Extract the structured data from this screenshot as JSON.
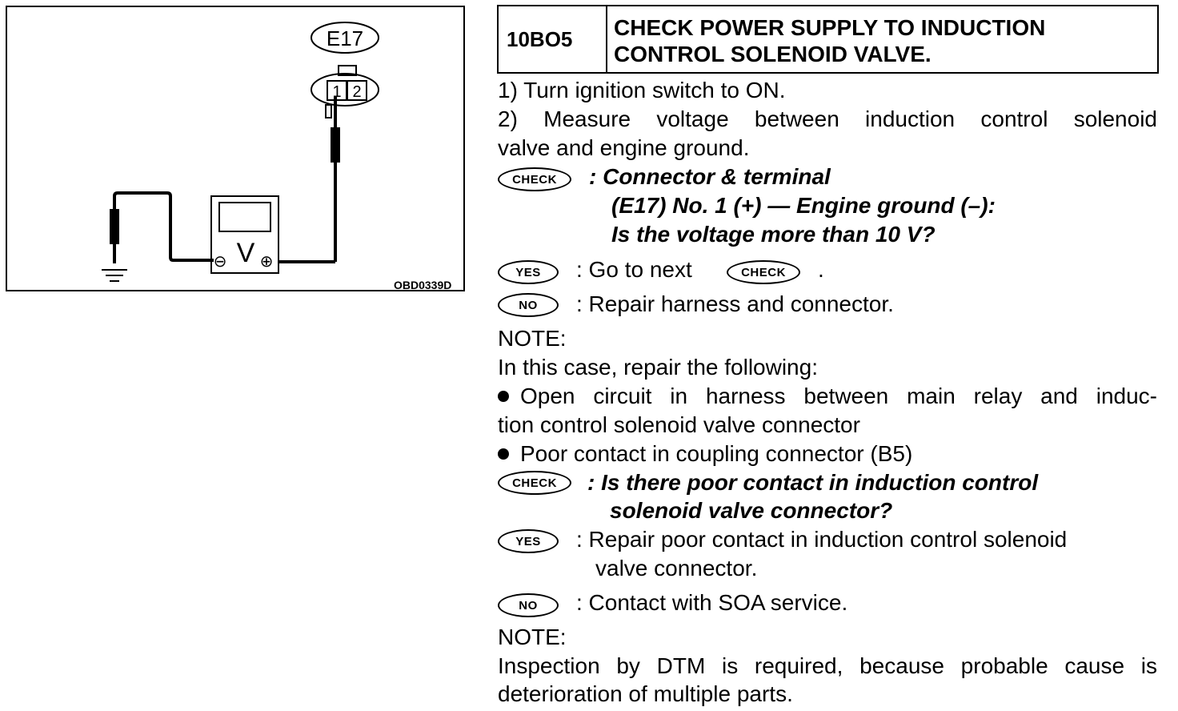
{
  "figure": {
    "connector_label": "E17",
    "pins": [
      "1",
      "2"
    ],
    "meter_symbol": "V",
    "minus_symbol": "⊖",
    "plus_symbol": "⊕",
    "figure_id": "OBD0339D"
  },
  "header": {
    "code": "10BO5",
    "title_line1": "CHECK POWER SUPPLY TO INDUCTION",
    "title_line2": "CONTROL SOLENOID VALVE."
  },
  "steps": {
    "s1": "1)  Turn ignition switch to ON.",
    "s2a": "2)  Measure voltage between induction control solenoid",
    "s2b": "valve and engine ground."
  },
  "badges": {
    "check": "CHECK",
    "yes": "YES",
    "no": "NO"
  },
  "check1": {
    "line1": ":  Connector & terminal",
    "line2": "(E17) No. 1 (+) — Engine ground (–):",
    "line3": "Is the voltage more than 10 V?"
  },
  "yes1": {
    "prefix": ":  Go to next",
    "suffix": "."
  },
  "no1": {
    "text": ":  Repair harness and connector."
  },
  "note1": {
    "label": "NOTE:",
    "intro": "In this case, repair the following:",
    "b1a": "Open circuit in harness between main relay and induc-",
    "b1b": "tion control solenoid valve connector",
    "b2": "Poor contact in coupling connector (B5)"
  },
  "check2": {
    "line1": ":  Is there poor contact in induction control",
    "line2": "solenoid valve connector?"
  },
  "yes2": {
    "line1": ":  Repair poor contact in induction control solenoid",
    "line2": "valve connector."
  },
  "no2": {
    "text": ":  Contact with SOA service."
  },
  "note2": {
    "label": "NOTE:",
    "line1": "Inspection by DTM is required, because probable cause is",
    "line2": "deterioration of multiple parts."
  }
}
